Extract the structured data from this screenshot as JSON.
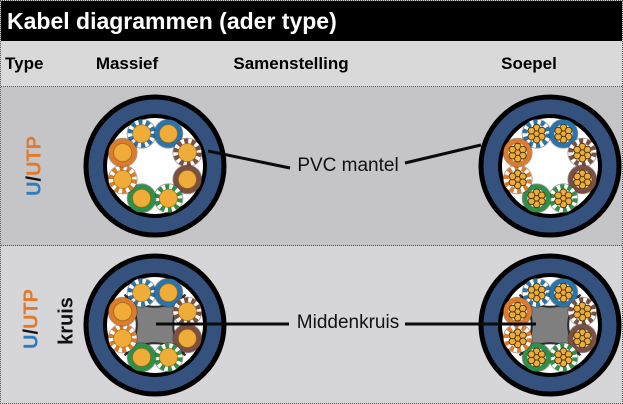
{
  "title": "Kabel diagrammen (ader type)",
  "columns": {
    "type": "Type",
    "massief": "Massief",
    "samenstelling": "Samenstelling",
    "soepel": "Soepel"
  },
  "rows": [
    {
      "label": {
        "u": "U",
        "slash": "/",
        "utp": "UTP",
        "suffix": ""
      },
      "annotation": "PVC mantel"
    },
    {
      "label": {
        "u": "U",
        "slash": "/",
        "utp": "UTP",
        "suffix": "kruis"
      },
      "annotation": "Middenkruis"
    }
  ],
  "colors": {
    "title_bg": "#000000",
    "title_fg": "#FFFFFF",
    "header_bg": "#D9D9D9",
    "row1_bg": "#C5C5C7",
    "row2_bg": "#D6D6D8",
    "label_u": "#2E7CC0",
    "label_utp": "#E07B2E",
    "jacket": "#35527E",
    "copper": "#EFAC38",
    "pair_blue": "#2A74AC",
    "pair_orange": "#DB7B2D",
    "pair_green": "#2F9049",
    "pair_brown": "#7B5044",
    "kruis": "#7F7F7F"
  },
  "wires": [
    {
      "angle": -22.5,
      "pair": "blue",
      "style": "striped"
    },
    {
      "angle": 22.5,
      "pair": "blue",
      "style": "solid"
    },
    {
      "angle": 67.5,
      "pair": "brown",
      "style": "striped"
    },
    {
      "angle": 112.5,
      "pair": "brown",
      "style": "solid"
    },
    {
      "angle": 157.5,
      "pair": "green",
      "style": "striped"
    },
    {
      "angle": 202.5,
      "pair": "green",
      "style": "solid"
    },
    {
      "angle": 247.5,
      "pair": "orange",
      "style": "striped"
    },
    {
      "angle": 292.5,
      "pair": "orange",
      "style": "solid"
    }
  ],
  "cables": [
    {
      "id": "massief-1",
      "conductor": "solid",
      "kruis": false
    },
    {
      "id": "soepel-1",
      "conductor": "stranded",
      "kruis": false
    },
    {
      "id": "massief-2",
      "conductor": "solid",
      "kruis": true
    },
    {
      "id": "soepel-2",
      "conductor": "stranded",
      "kruis": true
    }
  ]
}
